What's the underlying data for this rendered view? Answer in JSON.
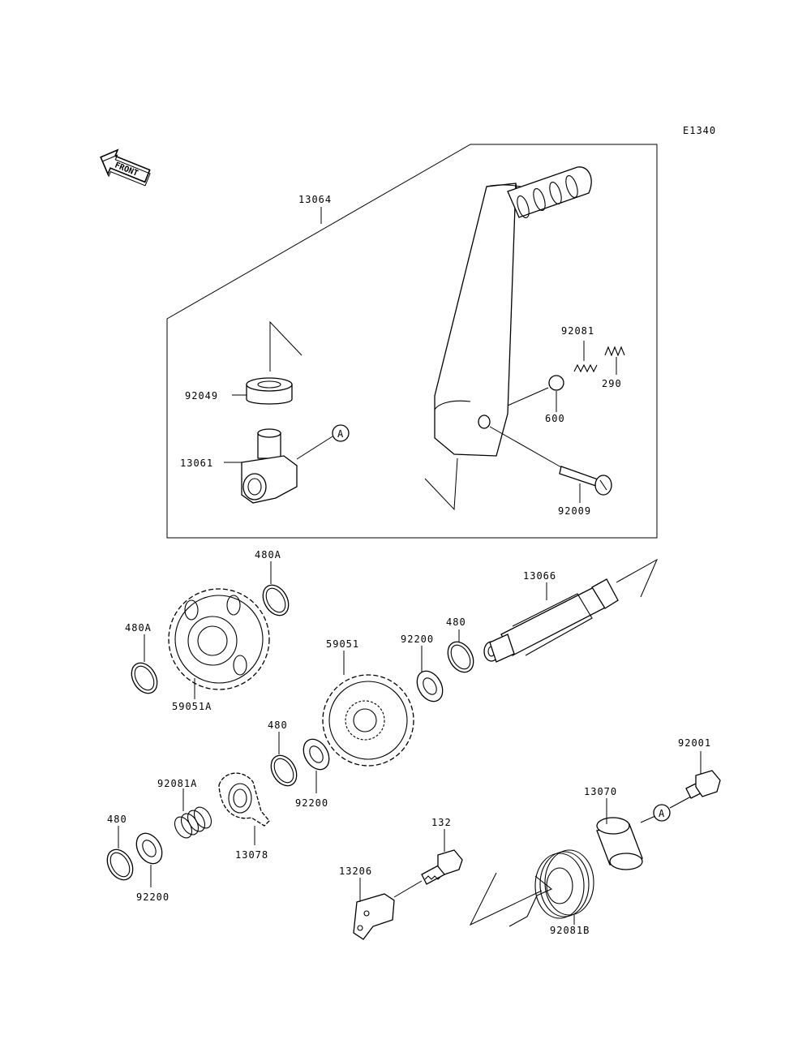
{
  "diagram_code": "E1340",
  "front_arrow": {
    "label": "FRONT",
    "icon": "front-arrow-icon"
  },
  "ref_marker": "A",
  "parts": {
    "kick_pedal_assy": "13064",
    "spring_ball": "92081",
    "ball": "600",
    "spring": "290",
    "collar": "92049",
    "pedal_shaft": "13061",
    "screw": "92009",
    "circlip_480a_top": "480A",
    "circlip_480a_left": "480A",
    "gear_59051a": "59051A",
    "kick_shaft": "13066",
    "circlip_480_a": "480",
    "washer_92200_a": "92200",
    "gear_59051": "59051",
    "circlip_480_b": "480",
    "washer_92200_b": "92200",
    "spring_92081a": "92081A",
    "ratchet": "13078",
    "circlip_480_c": "480",
    "washer_92200_c": "92200",
    "bolt_132": "132",
    "guide_13206": "13206",
    "spring_92081b": "92081B",
    "cover_13070": "13070",
    "bolt_92001": "92001"
  }
}
